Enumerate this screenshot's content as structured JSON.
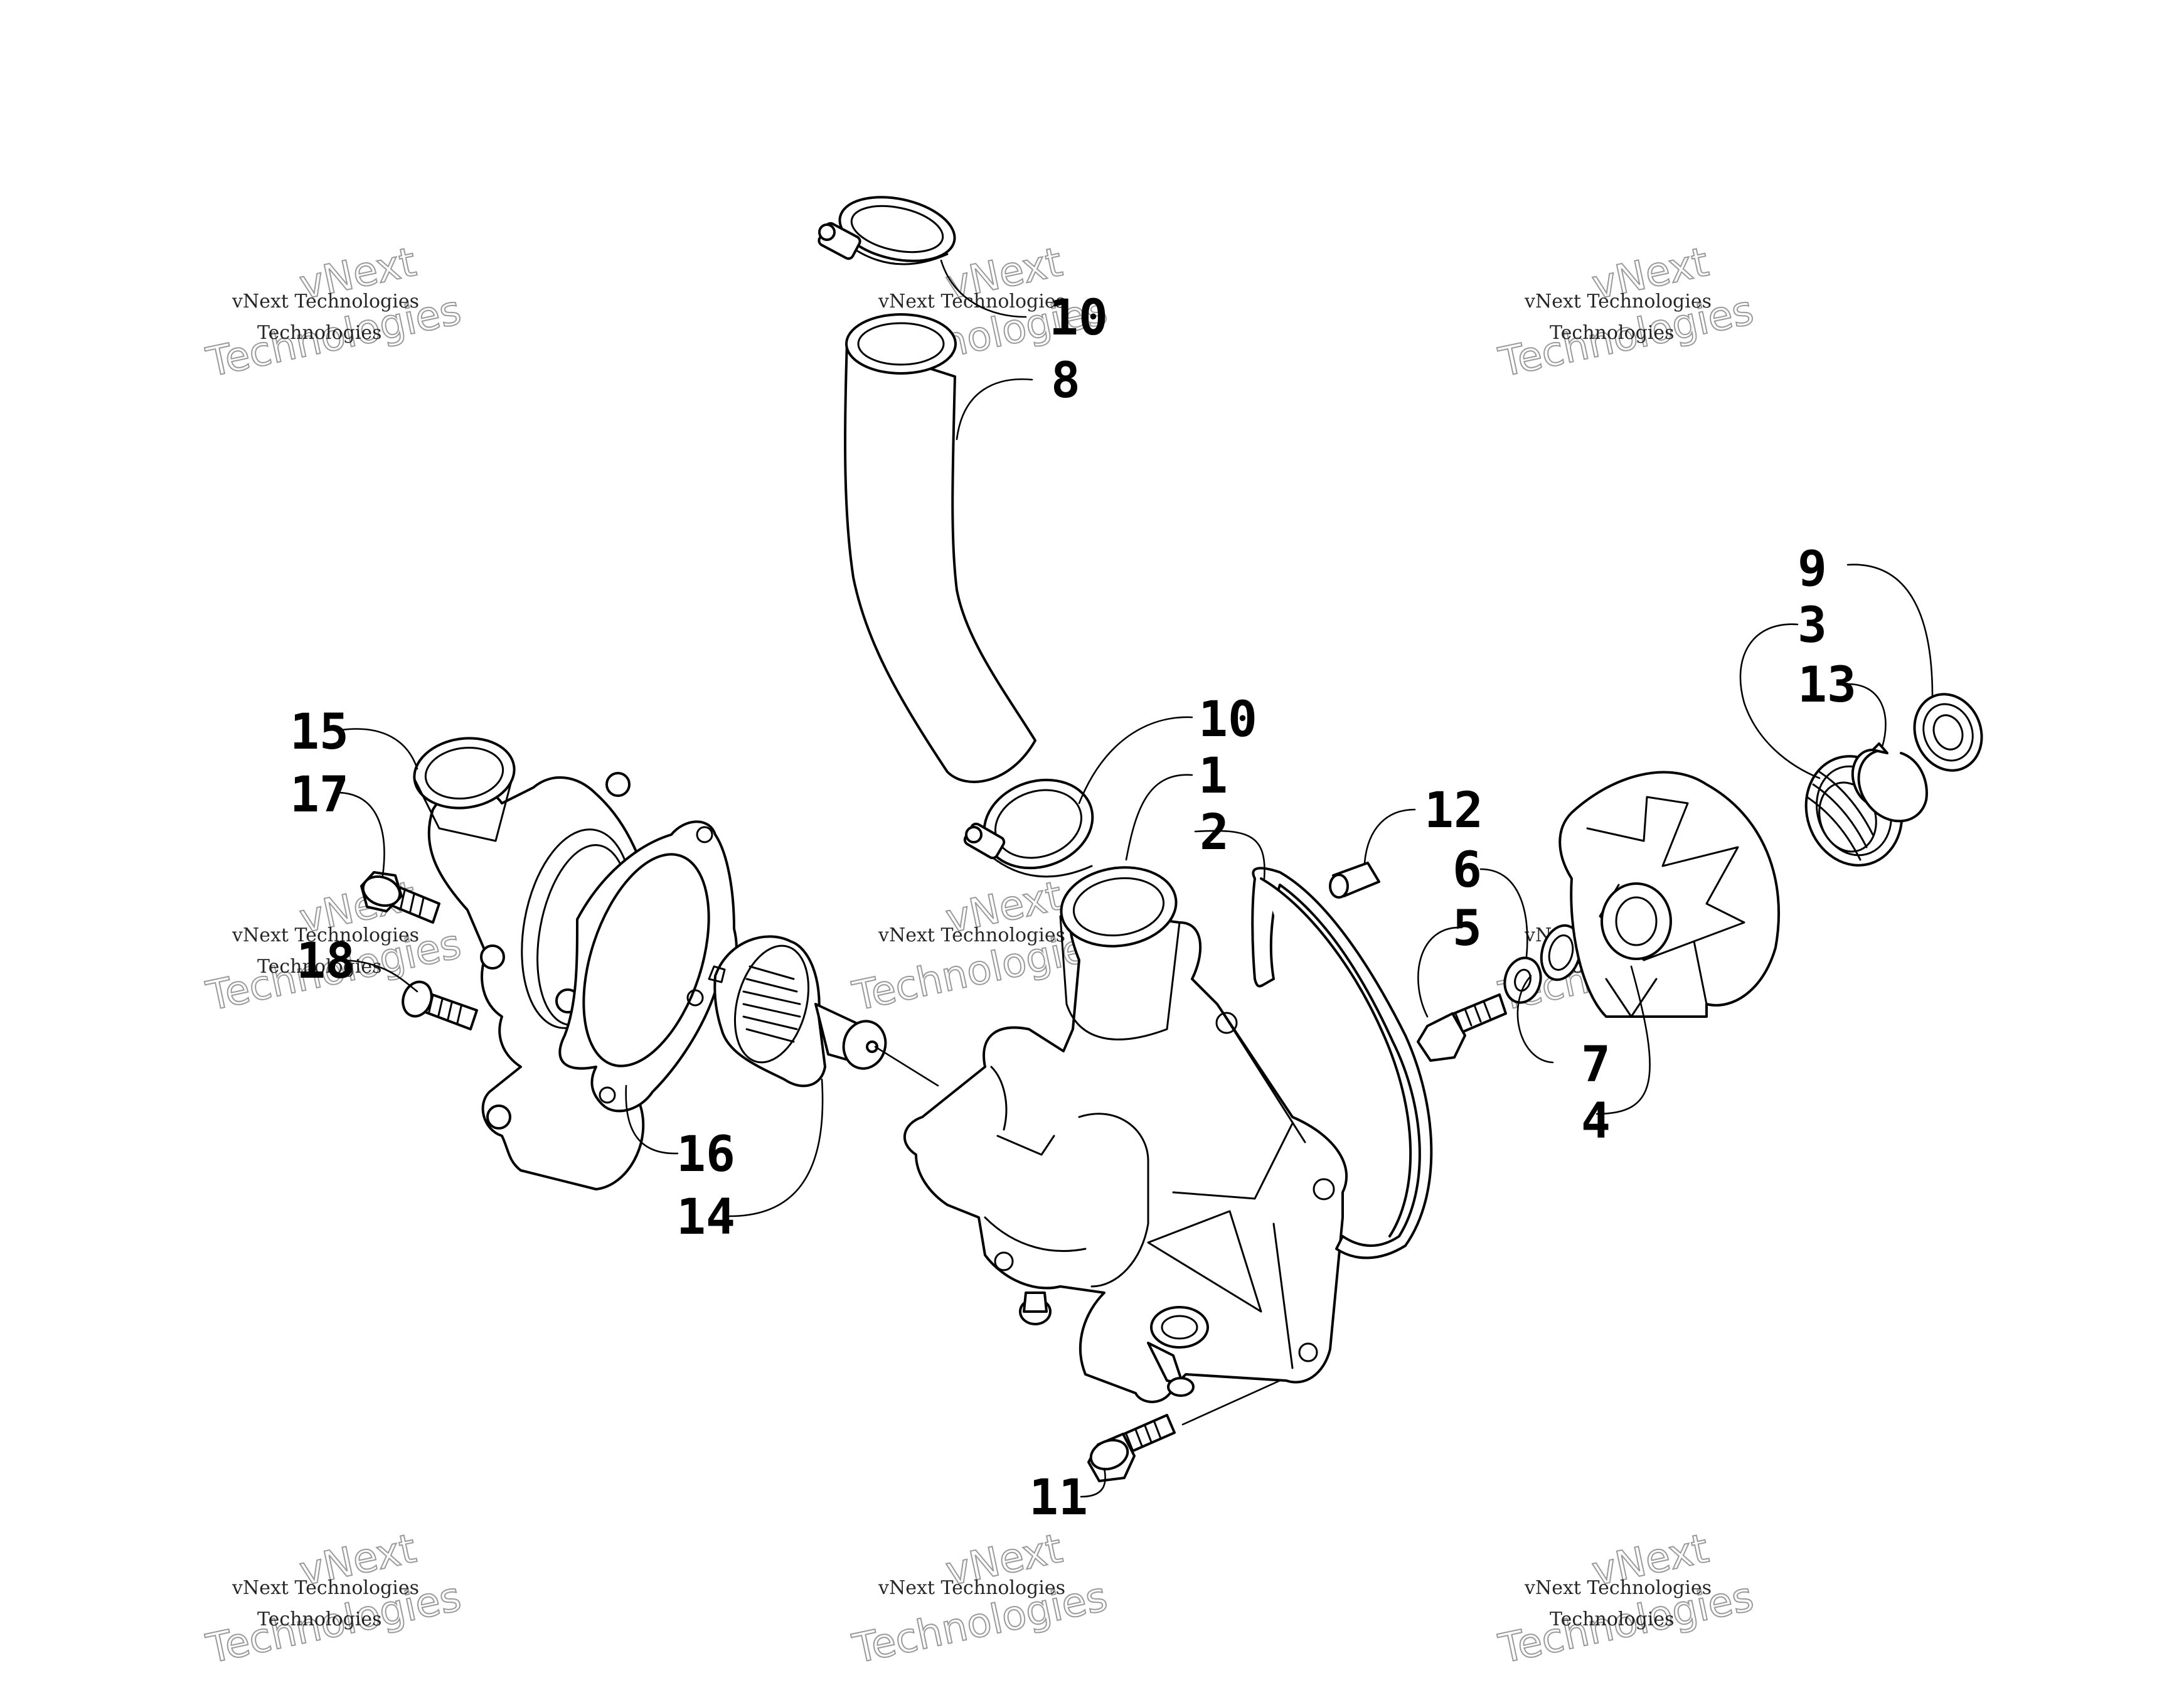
{
  "callouts": {
    "c1": "1",
    "c2": "2",
    "c3": "3",
    "c4": "4",
    "c5": "5",
    "c6": "6",
    "c7": "7",
    "c8": "8",
    "c9": "9",
    "c10a": "10",
    "c10b": "10",
    "c11": "11",
    "c12": "12",
    "c13": "13",
    "c14": "14",
    "c15": "15",
    "c16": "16",
    "c17": "17",
    "c18": "18"
  },
  "watermark": {
    "line_small": "vNext Technologies",
    "line_top": "vNext",
    "line_bottom": "Technologies"
  },
  "colors": {
    "line": "#000000",
    "background": "#ffffff",
    "watermark_outline": "#9a9a9a"
  }
}
